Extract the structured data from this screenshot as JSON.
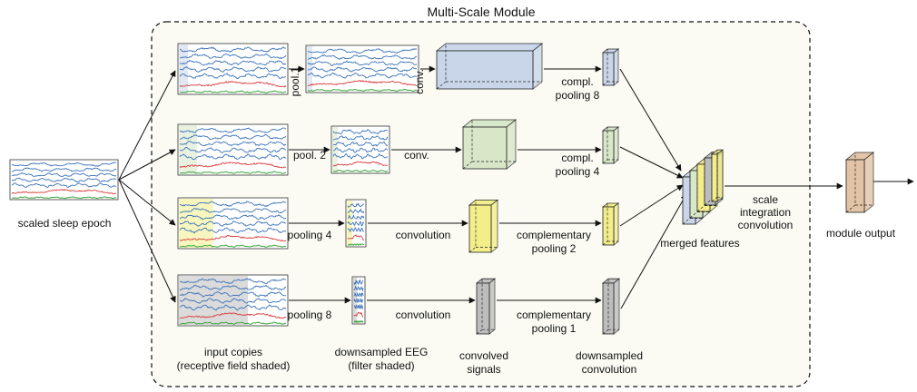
{
  "title": "Multi-Scale Module",
  "input_label": "scaled sleep epoch",
  "rows": [
    {
      "pool_label_parts": [
        "pool.1"
      ],
      "conv_label": "conv.",
      "comp_label_lines": [
        "compl.",
        "pooling 8"
      ]
    },
    {
      "pool_label_parts": [
        "pool. 2"
      ],
      "conv_label": "conv.",
      "comp_label_lines": [
        "compl.",
        "pooling 4"
      ]
    },
    {
      "pool_label_parts": [
        "pooling 4"
      ],
      "conv_label": "convolution",
      "comp_label_lines": [
        "complementary",
        "pooling 2"
      ]
    },
    {
      "pool_label_parts": [
        "pooling 8"
      ],
      "conv_label": "convolution",
      "comp_label_lines": [
        "complementary",
        "pooling 1"
      ]
    }
  ],
  "merged_label": "merged features",
  "scale_conv_label": [
    "scale",
    "integration",
    "convolution"
  ],
  "output_label": "module output",
  "captions": {
    "input_copies": [
      "input copies",
      "(receptive field shaded)"
    ],
    "downsampled_eeg": [
      "downsampled EEG",
      "(filter shaded)"
    ],
    "convolved_signals": [
      "convolved",
      "signals"
    ],
    "downsampled_conv": [
      "downsampled",
      "convolution"
    ]
  },
  "colors": {
    "eeg_blue": "#3a72b8",
    "eeg_red": "#d83b3b",
    "eeg_green": "#3aa63a",
    "module_bg": "#fbfbf4",
    "row1": "#c9d6ea",
    "row2": "#d7e7c8",
    "row3": "#f3ee8a",
    "row4": "#bdbdbd",
    "output": "#e2c3a5"
  }
}
